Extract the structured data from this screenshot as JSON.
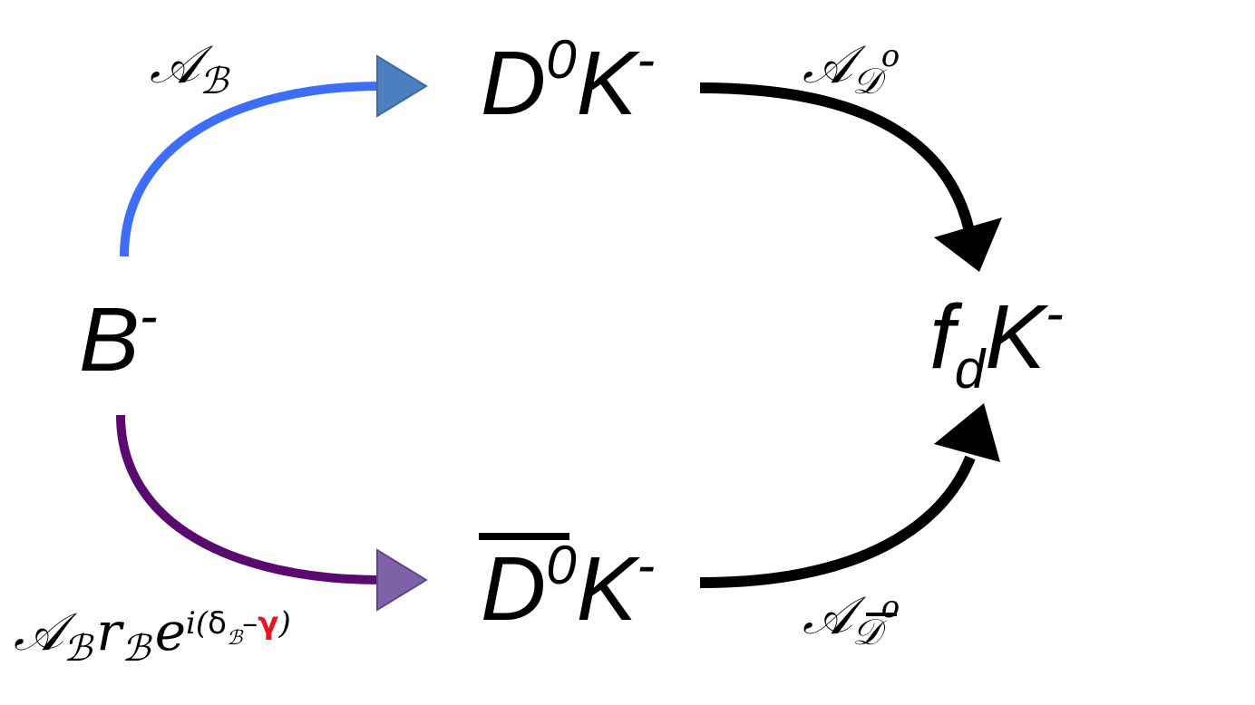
{
  "nodes": {
    "b_minus": {
      "base": "B",
      "charge": "-"
    },
    "d0_k": {
      "meson": "D",
      "meson_sup": "0",
      "kaon": "K",
      "kaon_sup": "-"
    },
    "d0bar_k": {
      "meson": "D",
      "meson_sup": "0",
      "kaon": "K",
      "kaon_sup": "-"
    },
    "fd_k": {
      "f": "f",
      "f_sub": "d",
      "kaon": "K",
      "kaon_sup": "-"
    }
  },
  "labels": {
    "amp_b": {
      "A": "𝒜",
      "sub": "ℬ"
    },
    "amp_d0": {
      "A": "𝒜",
      "sub": "𝒟",
      "sup": "o"
    },
    "amp_d0bar": {
      "A": "𝒜",
      "sub": "𝒟",
      "sup": "o"
    },
    "amp_suppressed": {
      "A": "𝒜",
      "A_sub": "ℬ",
      "r": "r",
      "r_sub": "ℬ",
      "e": "e",
      "exp_i": "i(",
      "delta": "δ",
      "delta_sub": "ℬ",
      "minus": "–",
      "gamma": "γ",
      "close": ")"
    }
  },
  "colors": {
    "upper_arrow": "#3d6ef7",
    "upper_head": "#4b7fbf",
    "lower_arrow": "#5a0a6e",
    "lower_head": "#7f61a8",
    "black_arrow": "#000000",
    "gamma": "#e8141f"
  }
}
